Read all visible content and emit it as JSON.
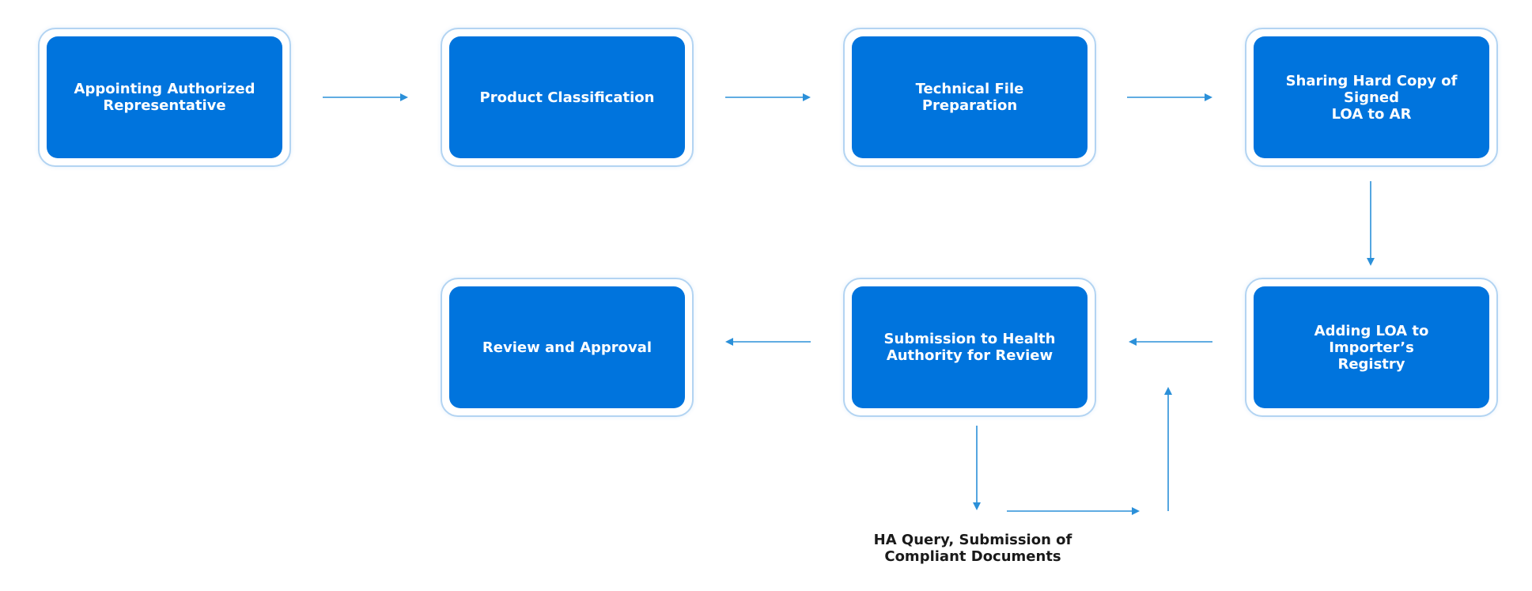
{
  "accent_color": "#0074dd",
  "border_color": "#b3d4f2",
  "arrow_color": "#2b90d9",
  "steps": [
    {
      "label": "Appointing Authorized\nRepresentative"
    },
    {
      "label": "Product Classification"
    },
    {
      "label": "Technical File Preparation"
    },
    {
      "label": "Sharing Hard Copy of Signed\nLOA to AR"
    },
    {
      "label": "Adding LOA to Importer’s\nRegistry"
    },
    {
      "label": "Submission to Health\nAuthority for Review"
    },
    {
      "label": "Review and Approval"
    }
  ],
  "query_note": "HA Query, Submission of\nCompliant Documents"
}
